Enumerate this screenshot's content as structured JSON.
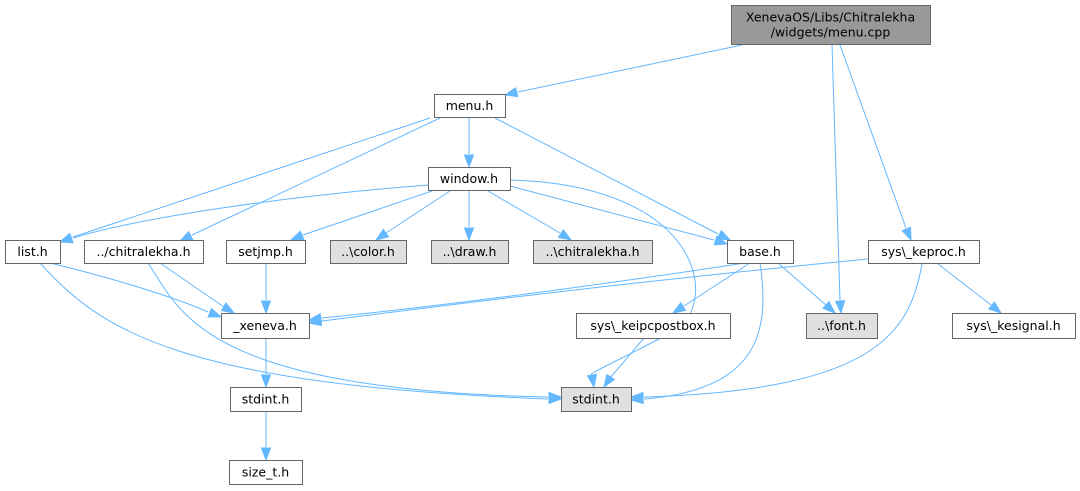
{
  "diagram": {
    "type": "include-dependency-graph",
    "colors": {
      "root_fill": "#999999",
      "missing_fill": "#e0e0e0",
      "node_fill": "#ffffff",
      "node_border": "#666666",
      "edge": "#63b8ff"
    },
    "nodes": [
      {
        "id": "root",
        "lines": [
          "XenevaOS/Libs/Chitralekha",
          "/widgets/menu.cpp"
        ],
        "style": "root"
      },
      {
        "id": "menu_h",
        "lines": [
          "menu.h"
        ],
        "style": "normal"
      },
      {
        "id": "window_h",
        "lines": [
          "window.h"
        ],
        "style": "normal"
      },
      {
        "id": "list_h",
        "lines": [
          "list.h"
        ],
        "style": "normal"
      },
      {
        "id": "chitralekha_rel",
        "lines": [
          "../chitralekha.h"
        ],
        "style": "normal"
      },
      {
        "id": "setjmp_h",
        "lines": [
          "setjmp.h"
        ],
        "style": "normal"
      },
      {
        "id": "color_h",
        "lines": [
          "..\\color.h"
        ],
        "style": "missing"
      },
      {
        "id": "draw_h",
        "lines": [
          "..\\draw.h"
        ],
        "style": "missing"
      },
      {
        "id": "chitralekha_bs",
        "lines": [
          "..\\chitralekha.h"
        ],
        "style": "missing"
      },
      {
        "id": "base_h",
        "lines": [
          "base.h"
        ],
        "style": "normal"
      },
      {
        "id": "keproc_h",
        "lines": [
          "sys\\_keproc.h"
        ],
        "style": "normal"
      },
      {
        "id": "xeneva_h",
        "lines": [
          "_xeneva.h"
        ],
        "style": "normal"
      },
      {
        "id": "keipcpostbox_h",
        "lines": [
          "sys\\_keipcpostbox.h"
        ],
        "style": "normal"
      },
      {
        "id": "font_h",
        "lines": [
          "..\\font.h"
        ],
        "style": "missing"
      },
      {
        "id": "kesignal_h",
        "lines": [
          "sys\\_kesignal.h"
        ],
        "style": "normal"
      },
      {
        "id": "stdint_missing",
        "lines": [
          "stdint.h"
        ],
        "style": "missing"
      },
      {
        "id": "stdint_h",
        "lines": [
          "stdint.h"
        ],
        "style": "normal"
      },
      {
        "id": "size_t_h",
        "lines": [
          "size_t.h"
        ],
        "style": "normal"
      }
    ],
    "edges": [
      {
        "from": "root",
        "to": "menu_h"
      },
      {
        "from": "root",
        "to": "font_h"
      },
      {
        "from": "root",
        "to": "keproc_h"
      },
      {
        "from": "menu_h",
        "to": "window_h"
      },
      {
        "from": "menu_h",
        "to": "list_h"
      },
      {
        "from": "menu_h",
        "to": "chitralekha_rel"
      },
      {
        "from": "menu_h",
        "to": "base_h"
      },
      {
        "from": "window_h",
        "to": "list_h"
      },
      {
        "from": "window_h",
        "to": "setjmp_h"
      },
      {
        "from": "window_h",
        "to": "color_h"
      },
      {
        "from": "window_h",
        "to": "draw_h"
      },
      {
        "from": "window_h",
        "to": "chitralekha_bs"
      },
      {
        "from": "window_h",
        "to": "base_h"
      },
      {
        "from": "window_h",
        "to": "stdint_missing"
      },
      {
        "from": "list_h",
        "to": "xeneva_h"
      },
      {
        "from": "list_h",
        "to": "stdint_missing"
      },
      {
        "from": "chitralekha_rel",
        "to": "xeneva_h"
      },
      {
        "from": "chitralekha_rel",
        "to": "stdint_missing"
      },
      {
        "from": "setjmp_h",
        "to": "xeneva_h"
      },
      {
        "from": "base_h",
        "to": "xeneva_h"
      },
      {
        "from": "base_h",
        "to": "keipcpostbox_h"
      },
      {
        "from": "base_h",
        "to": "font_h"
      },
      {
        "from": "base_h",
        "to": "stdint_missing"
      },
      {
        "from": "keproc_h",
        "to": "xeneva_h"
      },
      {
        "from": "keproc_h",
        "to": "kesignal_h"
      },
      {
        "from": "keproc_h",
        "to": "stdint_missing"
      },
      {
        "from": "keipcpostbox_h",
        "to": "stdint_missing"
      },
      {
        "from": "xeneva_h",
        "to": "stdint_h"
      },
      {
        "from": "stdint_h",
        "to": "size_t_h"
      }
    ]
  }
}
